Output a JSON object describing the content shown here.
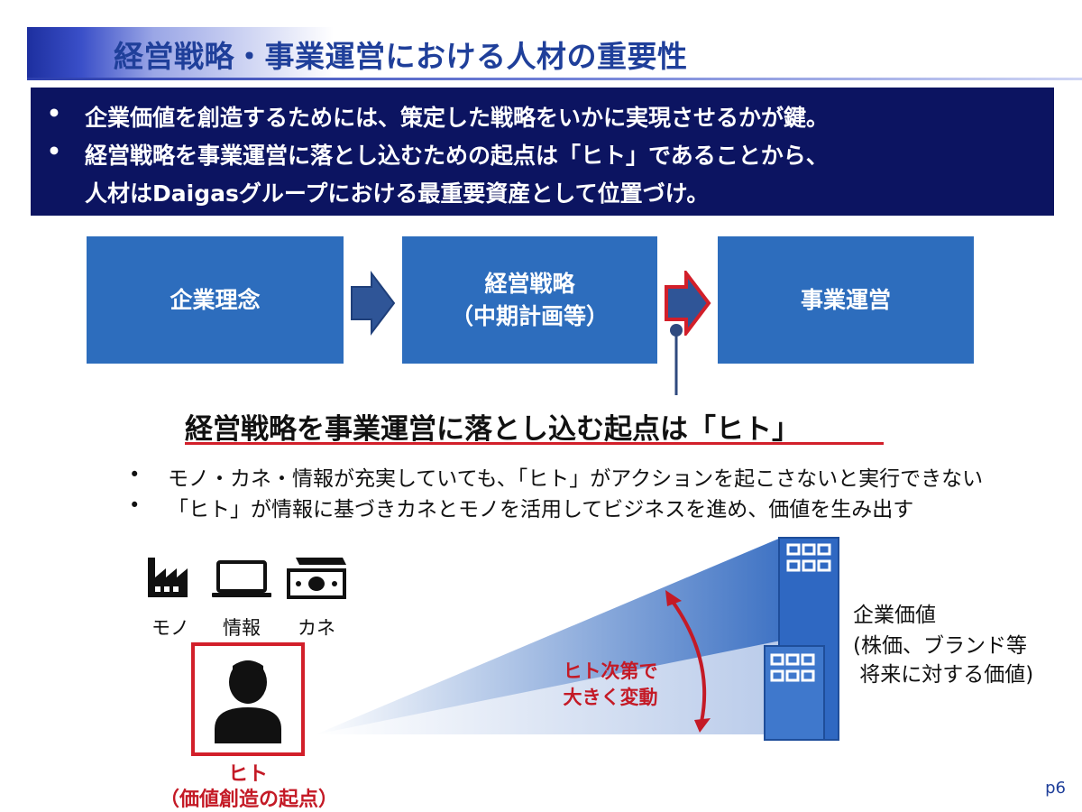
{
  "title": "経営戦略・事業運営における人材の重要性",
  "summary": {
    "lines": [
      "企業価値を創造するためには、策定した戦略をいかに実現させるかが鍵。",
      "経営戦略を事業運営に落とし込むための起点は「ヒト」であることから、",
      "人材はDaigasグループにおける最重要資産として位置づけ。"
    ],
    "bullet": "•"
  },
  "flow": {
    "box1": "企業理念",
    "box2_line1": "経営戦略",
    "box2_line2": "（中期計画等）",
    "box3": "事業運営"
  },
  "key_heading": "経営戦略を事業運営に落とし込む起点は「ヒト」",
  "points": [
    "モノ・カネ・情報が充実していても、「ヒト」がアクションを起こさないと実行できない",
    "「ヒト」が情報に基づきカネとモノを活用してビジネスを進め、価値を生み出す"
  ],
  "resources": {
    "mono": "モノ",
    "joho": "情報",
    "kane": "カネ"
  },
  "hito": {
    "label": "ヒト",
    "sublabel": "（価値創造の起点）"
  },
  "variation": {
    "line1": "ヒト次第で",
    "line2": "大きく変動"
  },
  "corporate_value": {
    "line1": "企業価値",
    "line2": "(株価、ブランド等",
    "line3": " 将来に対する価値)"
  },
  "page_number": "p6",
  "colors": {
    "title": "#1f3f9a",
    "navy_box": "#0c1461",
    "flow_box": "#2d6dbd",
    "accent_red": "#d21f2a"
  }
}
